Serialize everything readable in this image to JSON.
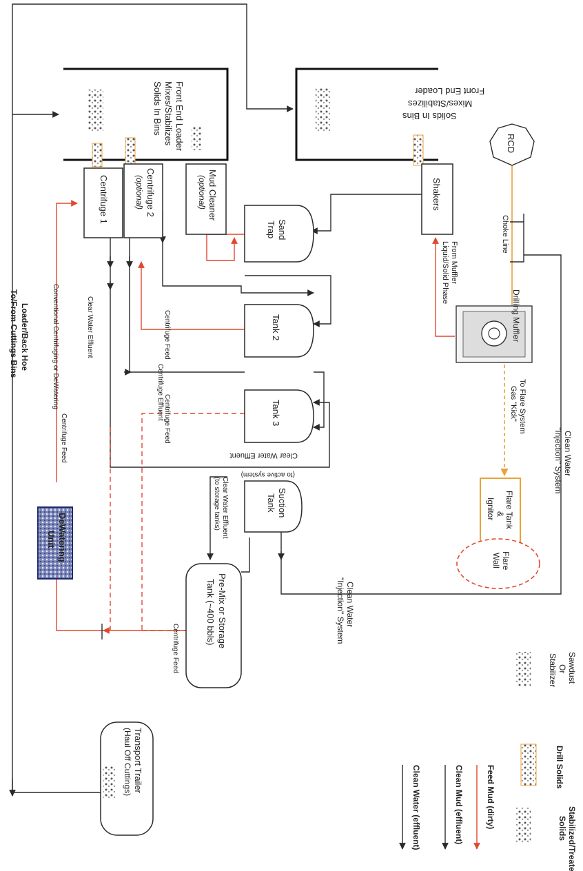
{
  "equipment": {
    "rcd": "RCD",
    "shakers": "Shakers",
    "sand_trap": [
      "Sand",
      "Trap"
    ],
    "tank2": "Tank 2",
    "tank3": "Tank 3",
    "suction_tank": [
      "Suction",
      "Tank"
    ],
    "mud_cleaner": [
      "Mud Cleaner",
      "(optional)"
    ],
    "centrifuge2": [
      "Centrifuge 2",
      "(optional)"
    ],
    "centrifuge1": "Centrifuge 1",
    "bin_left": [
      "Front End Loader",
      "Mixes/Stabilizes",
      "Solids In Bins"
    ],
    "bin_right": [
      "Front End Loader",
      "Mixes/Stabilizes",
      "Solids In Bins"
    ],
    "muffler": "Drilling Muffler",
    "flare_tank": [
      "Flare Tank",
      "&",
      "Ignitor"
    ],
    "flare_wall": [
      "Flare",
      "Wall"
    ],
    "premix_tank": [
      "Pre-Mix or Storage",
      "Tank (~400 bbls)"
    ],
    "dewatering_unit": [
      "DeWatering",
      "Unit"
    ],
    "transport_trailer": [
      "Transport Trailer",
      "(Haul Off Cuttings)"
    ]
  },
  "flows": {
    "choke_line": "Choke Line",
    "liquid_solid_phase": [
      "Liquid/Solid Phase",
      "From Muffler"
    ],
    "gas_kick": [
      "Gas \"Kick\"",
      "To Flare System"
    ],
    "clean_water_injection_top": [
      "Clean Water",
      "\"Injection\" System"
    ],
    "clean_water_injection_bottom": [
      "Clean Water",
      "\"Injection\" System"
    ],
    "centrifuge_feed_tank2": "Centrifuge Feed",
    "centrifuge_effluent": "Centrifuge Effluent",
    "centrifuge_feed_tank3": "Centrifuge Feed",
    "clear_water_effluent_v": "Clear Water Effluent",
    "clear_water_effluent_active": [
      "Clear Water Effluent",
      "(to active system)"
    ],
    "clear_water_effluent_storage": [
      "Clear Water Effluent",
      "(to storage tanks)"
    ],
    "centrifuge_feed_premix": "Centrifuge Feed",
    "centrifuge_feed_dewater": [
      "Centrifuge Feed",
      "Conventional Centrifuging or DeWatering"
    ],
    "loader_backhoe": [
      "Loader/Back Hoe",
      "To/From Cuttings Bins"
    ]
  },
  "legend": {
    "sawdust": [
      "Sawdust",
      "Or",
      "Stabilizer"
    ],
    "drill_solids": "Drill Solids",
    "stabilized_solids": [
      "Stabilized/Treated",
      "Solids"
    ],
    "feed_mud": "Feed Mud (dirty)",
    "clean_mud": "Clean Mud (effluent)",
    "clean_water": "Clean Water (effluent)"
  },
  "colors": {
    "line": "#2a2a2a",
    "feed_red": "#e0482f",
    "gas_orange": "#e8a23a",
    "text": "#222222"
  }
}
